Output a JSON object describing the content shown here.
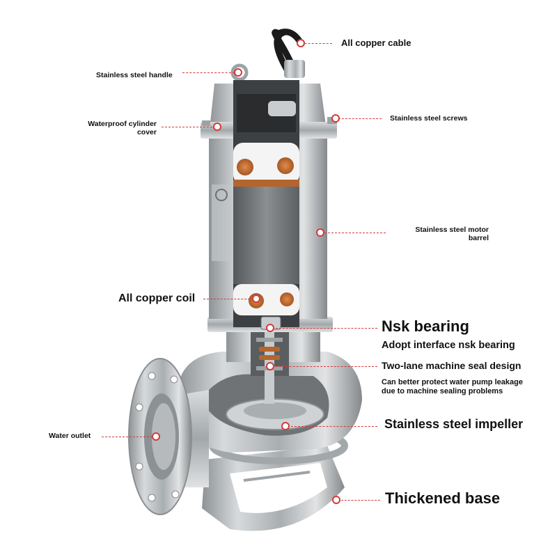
{
  "callouts": {
    "copper_cable": "All copper cable",
    "handle": "Stainless steel handle",
    "cover": "Waterproof cylinder\ncover",
    "screws": "Stainless steel screws",
    "motor_barrel_line1": "Stainless steel motor",
    "motor_barrel_line2": "barrel",
    "coil": "All copper coil",
    "nsk_title": "Nsk bearing",
    "nsk_sub": "Adopt interface nsk bearing",
    "seal_title": "Two-lane machine seal design",
    "seal_desc": "Can better protect water pump leakage due to machine sealing problems",
    "impeller": "Stainless steel impeller",
    "outlet": "Water outlet",
    "base": "Thickened base"
  },
  "colors": {
    "leader": "#d33a3a",
    "steel": "#b8bcbf",
    "steel_dark": "#7d8285",
    "copper": "#b5652c"
  }
}
